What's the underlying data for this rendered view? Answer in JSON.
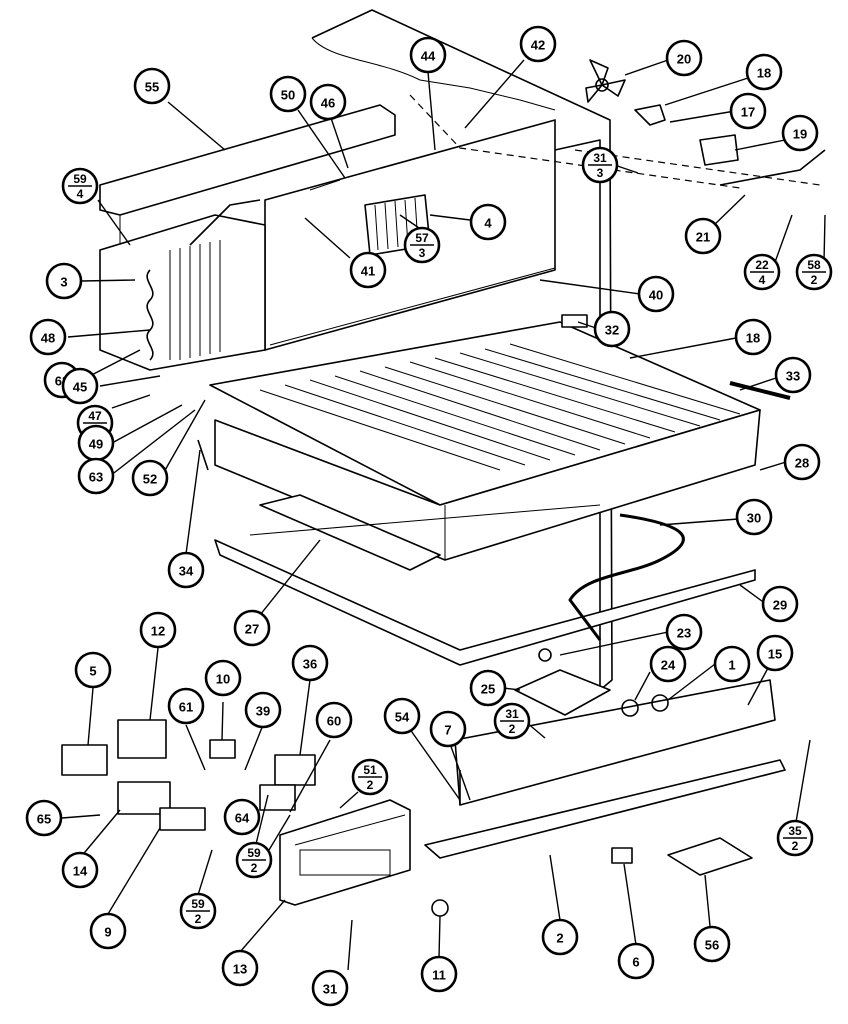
{
  "diagram": {
    "callouts": [
      {
        "id": "c55",
        "label": "55"
      },
      {
        "id": "c59a",
        "num": "59",
        "den": "4"
      },
      {
        "id": "c3",
        "label": "3"
      },
      {
        "id": "c48",
        "label": "48"
      },
      {
        "id": "c62",
        "label": "62"
      },
      {
        "id": "c45",
        "label": "45"
      },
      {
        "id": "c47",
        "num": "47",
        "den": "4"
      },
      {
        "id": "c49",
        "label": "49"
      },
      {
        "id": "c63",
        "label": "63"
      },
      {
        "id": "c52",
        "label": "52"
      },
      {
        "id": "c34",
        "label": "34"
      },
      {
        "id": "c50",
        "label": "50"
      },
      {
        "id": "c46",
        "label": "46"
      },
      {
        "id": "c44",
        "label": "44"
      },
      {
        "id": "c42",
        "label": "42"
      },
      {
        "id": "c41",
        "label": "41"
      },
      {
        "id": "c57",
        "num": "57",
        "den": "3"
      },
      {
        "id": "c4",
        "label": "4"
      },
      {
        "id": "c20",
        "label": "20"
      },
      {
        "id": "c18a",
        "label": "18"
      },
      {
        "id": "c17",
        "label": "17"
      },
      {
        "id": "c19",
        "label": "19"
      },
      {
        "id": "c31a",
        "num": "31",
        "den": "3"
      },
      {
        "id": "c21",
        "label": "21"
      },
      {
        "id": "c22",
        "num": "22",
        "den": "4"
      },
      {
        "id": "c58",
        "num": "58",
        "den": "2"
      },
      {
        "id": "c40",
        "label": "40"
      },
      {
        "id": "c32",
        "label": "32"
      },
      {
        "id": "c18b",
        "label": "18"
      },
      {
        "id": "c33",
        "label": "33"
      },
      {
        "id": "c28",
        "label": "28"
      },
      {
        "id": "c30",
        "label": "30"
      },
      {
        "id": "c27",
        "label": "27"
      },
      {
        "id": "c29",
        "label": "29"
      },
      {
        "id": "c23",
        "label": "23"
      },
      {
        "id": "c25",
        "label": "25"
      },
      {
        "id": "c24",
        "label": "24"
      },
      {
        "id": "c1",
        "label": "1"
      },
      {
        "id": "c15",
        "label": "15"
      },
      {
        "id": "c31b",
        "num": "31",
        "den": "2"
      },
      {
        "id": "c54",
        "label": "54"
      },
      {
        "id": "c7",
        "label": "7"
      },
      {
        "id": "c35",
        "num": "35",
        "den": "2"
      },
      {
        "id": "c5",
        "label": "5"
      },
      {
        "id": "c12",
        "label": "12"
      },
      {
        "id": "c10",
        "label": "10"
      },
      {
        "id": "c61",
        "label": "61"
      },
      {
        "id": "c39",
        "label": "39"
      },
      {
        "id": "c36",
        "label": "36"
      },
      {
        "id": "c60",
        "label": "60"
      },
      {
        "id": "c51",
        "num": "51",
        "den": "2"
      },
      {
        "id": "c65",
        "label": "65"
      },
      {
        "id": "c64",
        "label": "64"
      },
      {
        "id": "c59b",
        "num": "59",
        "den": "2"
      },
      {
        "id": "c14",
        "label": "14"
      },
      {
        "id": "c59c",
        "num": "59",
        "den": "2"
      },
      {
        "id": "c9",
        "label": "9"
      },
      {
        "id": "c13",
        "label": "13"
      },
      {
        "id": "c31c",
        "label": "31"
      },
      {
        "id": "c11",
        "label": "11"
      },
      {
        "id": "c2",
        "label": "2"
      },
      {
        "id": "c6",
        "label": "6"
      },
      {
        "id": "c56",
        "label": "56"
      }
    ]
  }
}
